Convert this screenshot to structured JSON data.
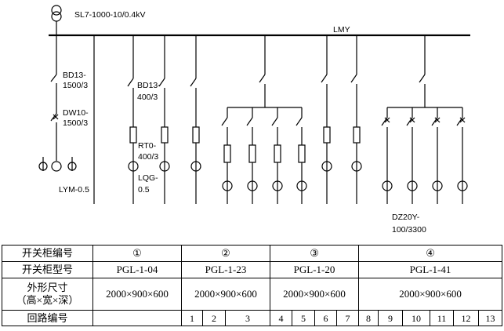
{
  "diagram": {
    "transformer_label": "SL7-1000-10/0.4kV",
    "bus_label": "LMY",
    "incomer_switch_label_1": "BD13-",
    "incomer_switch_label_2": "1500/3",
    "incomer_breaker_label_1": "DW10-",
    "incomer_breaker_label_2": "1500/3",
    "incomer_ct_label": "LYM-0.5",
    "feeder_switch_label_1": "BD13-",
    "feeder_switch_label_2": "400/3",
    "fuse_label_1": "RT0-",
    "fuse_label_2": "400/3",
    "feeder_ct_label_1": "LQG-",
    "feeder_ct_label_2": "0.5",
    "mcb_label_1": "DZ20Y-",
    "mcb_label_2": "100/3300"
  },
  "table": {
    "row1_label": "开关柜编号",
    "row2_label": "开关柜型号",
    "row3_label_1": "外形尺寸",
    "row3_label_2": "（高×宽×深）",
    "row4_label": "回路编号",
    "cabinets": [
      {
        "no": "①",
        "model": "PGL-1-04",
        "size": "2000×900×600"
      },
      {
        "no": "②",
        "model": "PGL-1-23",
        "size": "2000×900×600"
      },
      {
        "no": "③",
        "model": "PGL-1-20",
        "size": "2000×900×600"
      },
      {
        "no": "④",
        "model": "PGL-1-41",
        "size": "2000×900×600"
      }
    ],
    "circuits": [
      "1",
      "2",
      "3",
      "4",
      "5",
      "6",
      "7",
      "8",
      "9",
      "10",
      "11",
      "12",
      "13"
    ]
  }
}
